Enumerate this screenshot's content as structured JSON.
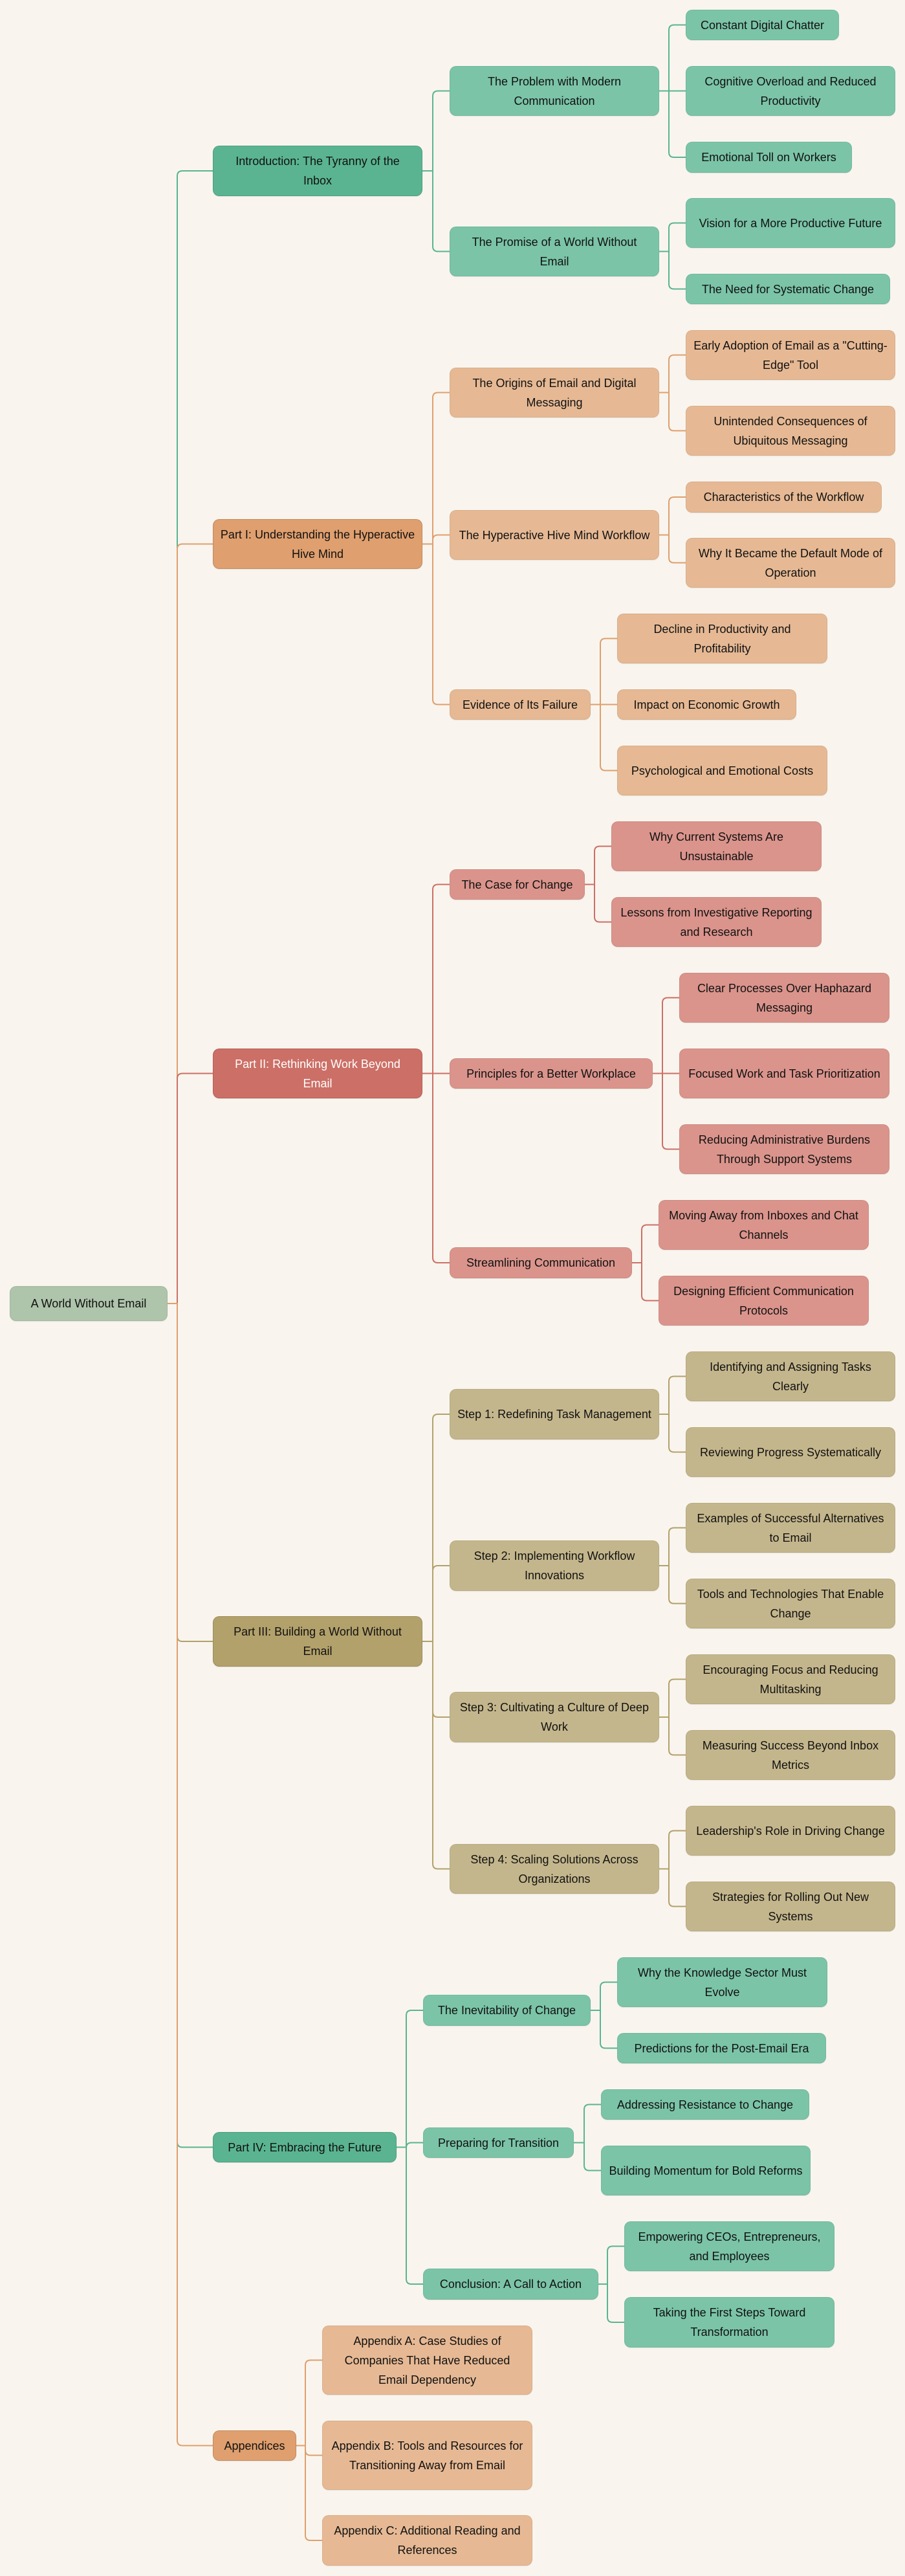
{
  "root": {
    "label": "A World Without Email",
    "color": "#aec4ab",
    "branches": [
      {
        "label": "Introduction: The Tyranny of the Inbox",
        "color": "#5ab491",
        "sub_color": "#7bc4a8",
        "line_color": "#5ab491",
        "children": [
          {
            "label": "The Problem with Modern Communication",
            "children": [
              {
                "label": "Constant Digital Chatter"
              },
              {
                "label": "Cognitive Overload and Reduced Productivity"
              },
              {
                "label": "Emotional Toll on Workers"
              }
            ]
          },
          {
            "label": "The Promise of a World Without Email",
            "children": [
              {
                "label": "Vision for a More Productive Future"
              },
              {
                "label": "The Need for Systematic Change"
              }
            ]
          }
        ]
      },
      {
        "label": "Part I: Understanding the Hyperactive Hive Mind",
        "color": "#df9f6e",
        "sub_color": "#e6b994",
        "line_color": "#df9f6e",
        "children": [
          {
            "label": "The Origins of Email and Digital Messaging",
            "children": [
              {
                "label": "Early Adoption of Email as a \"Cutting-Edge\" Tool"
              },
              {
                "label": "Unintended Consequences of Ubiquitous Messaging"
              }
            ]
          },
          {
            "label": "The Hyperactive Hive Mind Workflow",
            "children": [
              {
                "label": "Characteristics of the Workflow"
              },
              {
                "label": "Why It Became the Default Mode of Operation"
              }
            ]
          },
          {
            "label": "Evidence of Its Failure",
            "children": [
              {
                "label": "Decline in Productivity and Profitability"
              },
              {
                "label": "Impact on Economic Growth"
              },
              {
                "label": "Psychological and Emotional Costs"
              }
            ]
          }
        ]
      },
      {
        "label": "Part II: Rethinking Work Beyond Email",
        "color": "#cc6f66",
        "sub_color": "#da948c",
        "line_color": "#cc6f66",
        "text_color": "#ffffff",
        "children": [
          {
            "label": "The Case for Change",
            "children": [
              {
                "label": "Why Current Systems Are Unsustainable"
              },
              {
                "label": "Lessons from Investigative Reporting and Research"
              }
            ]
          },
          {
            "label": "Principles for a Better Workplace",
            "children": [
              {
                "label": "Clear Processes Over Haphazard Messaging"
              },
              {
                "label": "Focused Work and Task Prioritization"
              },
              {
                "label": "Reducing Administrative Burdens Through Support Systems"
              }
            ]
          },
          {
            "label": "Streamlining Communication",
            "children": [
              {
                "label": "Moving Away from Inboxes and Chat Channels"
              },
              {
                "label": "Designing Efficient Communication Protocols"
              }
            ]
          }
        ]
      },
      {
        "label": "Part III: Building a World Without Email",
        "color": "#b3a16b",
        "sub_color": "#c4b68c",
        "line_color": "#b3a16b",
        "children": [
          {
            "label": "Step 1: Redefining Task Management",
            "children": [
              {
                "label": "Identifying and Assigning Tasks Clearly"
              },
              {
                "label": "Reviewing Progress Systematically"
              }
            ]
          },
          {
            "label": "Step 2: Implementing Workflow Innovations",
            "children": [
              {
                "label": "Examples of Successful Alternatives to Email"
              },
              {
                "label": "Tools and Technologies That Enable Change"
              }
            ]
          },
          {
            "label": "Step 3: Cultivating a Culture of Deep Work",
            "children": [
              {
                "label": "Encouraging Focus and Reducing Multitasking"
              },
              {
                "label": "Measuring Success Beyond Inbox Metrics"
              }
            ]
          },
          {
            "label": "Step 4: Scaling Solutions Across Organizations",
            "children": [
              {
                "label": "Leadership's Role in Driving Change"
              },
              {
                "label": "Strategies for Rolling Out New Systems"
              }
            ]
          }
        ]
      },
      {
        "label": "Part IV: Embracing the Future",
        "color": "#5ab491",
        "sub_color": "#7bc4a8",
        "line_color": "#5ab491",
        "children": [
          {
            "label": "The Inevitability of Change",
            "children": [
              {
                "label": "Why the Knowledge Sector Must Evolve"
              },
              {
                "label": "Predictions for the Post-Email Era"
              }
            ]
          },
          {
            "label": "Preparing for Transition",
            "children": [
              {
                "label": "Addressing Resistance to Change"
              },
              {
                "label": "Building Momentum for Bold Reforms"
              }
            ]
          },
          {
            "label": "Conclusion: A Call to Action",
            "children": [
              {
                "label": "Empowering CEOs, Entrepreneurs, and Employees"
              },
              {
                "label": "Taking the First Steps Toward Transformation"
              }
            ]
          }
        ]
      },
      {
        "label": "Appendices",
        "color": "#df9f6e",
        "sub_color": "#e6b994",
        "line_color": "#df9f6e",
        "children": [
          {
            "label": "Appendix A: Case Studies of Companies That Have Reduced Email Dependency"
          },
          {
            "label": "Appendix B: Tools and Resources for Transitioning Away from Email"
          },
          {
            "label": "Appendix C: Additional Reading and References"
          }
        ]
      }
    ]
  }
}
